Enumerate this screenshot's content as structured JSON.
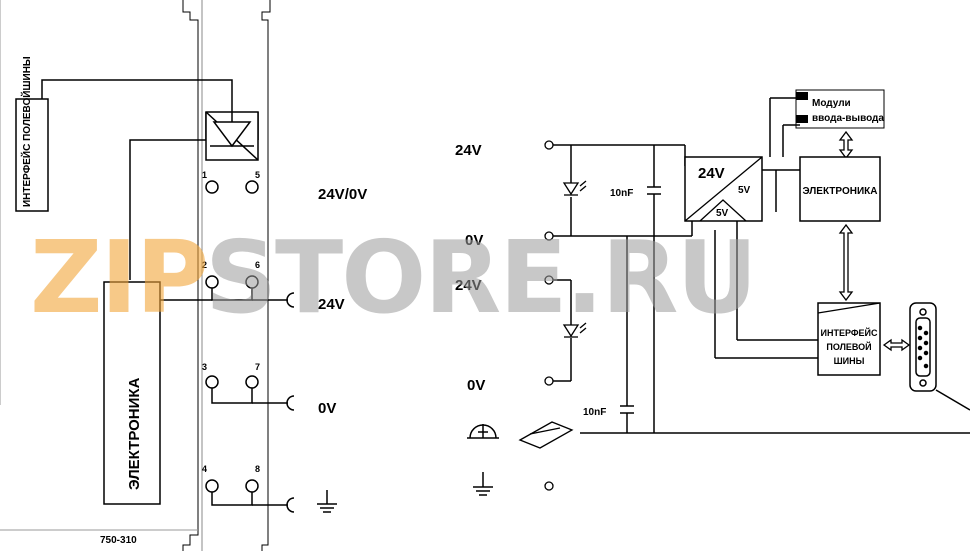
{
  "module_id": "750-310",
  "left_module": {
    "fieldbus_interface_label": "ИНТЕРФЕЙС ПОЛЕВОЙШИНЫ",
    "electronics_label": "ЭЛЕКТРОНИКА",
    "terminals": [
      "1",
      "5",
      "2",
      "6",
      "3",
      "7",
      "4",
      "8"
    ]
  },
  "left_labels": {
    "power_24v_0v": "24V/0V",
    "out_24v": "24V",
    "out_0v": "0V"
  },
  "right_diagram": {
    "in_24v_top": "24V",
    "in_0v": "0V",
    "in_24v_bottom": "24V",
    "in_0v_bottom": "0V",
    "cap_top": "10nF",
    "cap_bottom": "10nF",
    "converter_in": "24V",
    "converter_out1": "5V",
    "converter_out2": "5V",
    "io_modules_label": "Модули ввода-вывода",
    "electronics_label": "ЭЛЕКТРОНИКА",
    "fieldbus_interface_label": "ИНТЕРФЕЙС ПОЛЕВОЙ ШИНЫ"
  },
  "watermark": "ZIPSTORE.RU"
}
